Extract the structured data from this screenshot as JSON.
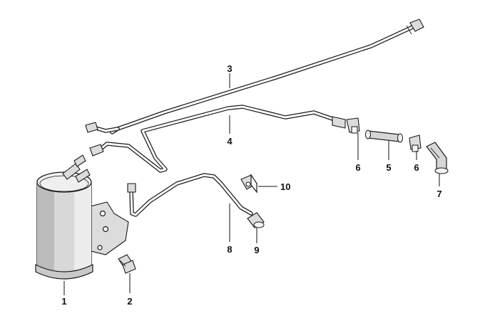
{
  "callouts": [
    "1",
    "2",
    "3",
    "4",
    "5",
    "6",
    "6",
    "7",
    "8",
    "9",
    "10"
  ]
}
